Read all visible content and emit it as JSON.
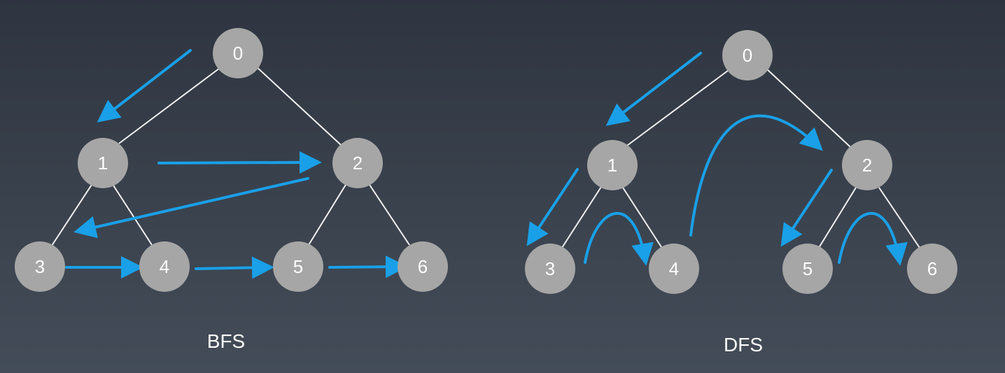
{
  "colors": {
    "node_fill": "#a6a6a6",
    "edge": "#f2f2f2",
    "arrow": "#1aa0e8",
    "label": "#ffffff"
  },
  "diagrams": [
    {
      "id": "bfs",
      "caption": "BFS",
      "nodes": [
        "0",
        "1",
        "2",
        "3",
        "4",
        "5",
        "6"
      ],
      "edges": [
        [
          "0",
          "1"
        ],
        [
          "0",
          "2"
        ],
        [
          "1",
          "3"
        ],
        [
          "1",
          "4"
        ],
        [
          "2",
          "5"
        ],
        [
          "2",
          "6"
        ]
      ],
      "traversal_order": [
        "0",
        "1",
        "2",
        "3",
        "4",
        "5",
        "6"
      ]
    },
    {
      "id": "dfs",
      "caption": "DFS",
      "nodes": [
        "0",
        "1",
        "2",
        "3",
        "4",
        "5",
        "6"
      ],
      "edges": [
        [
          "0",
          "1"
        ],
        [
          "0",
          "2"
        ],
        [
          "1",
          "3"
        ],
        [
          "1",
          "4"
        ],
        [
          "2",
          "5"
        ],
        [
          "2",
          "6"
        ]
      ],
      "traversal_order": [
        "0",
        "1",
        "3",
        "4",
        "2",
        "5",
        "6"
      ]
    }
  ]
}
